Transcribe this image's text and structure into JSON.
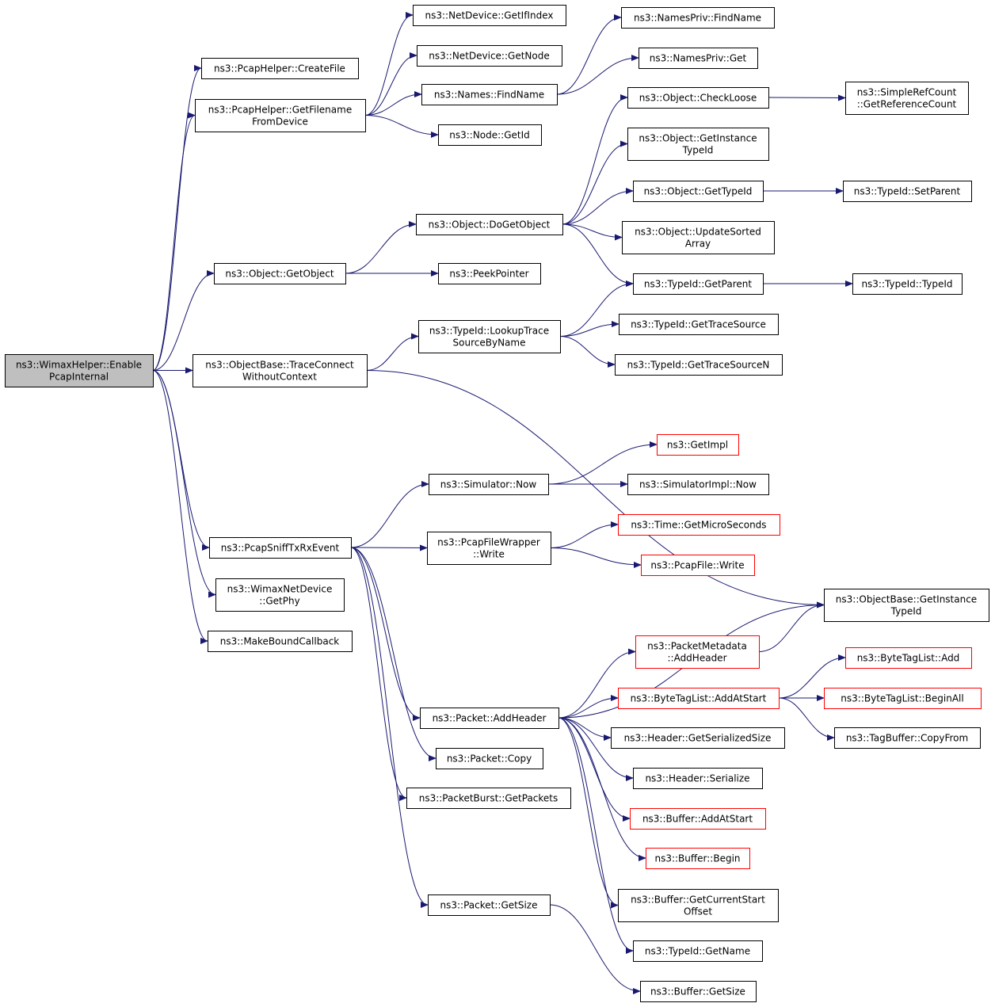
{
  "nodes": [
    {
      "id": "root",
      "lines": [
        "ns3::WimaxHelper::Enable",
        "PcapInternal"
      ],
      "style": "root"
    },
    {
      "id": "createfile",
      "lines": [
        "ns3::PcapHelper::CreateFile"
      ]
    },
    {
      "id": "getfilename",
      "lines": [
        "ns3::PcapHelper::GetFilename",
        "FromDevice"
      ]
    },
    {
      "id": "getifindex",
      "lines": [
        "ns3::NetDevice::GetIfIndex"
      ]
    },
    {
      "id": "getnode",
      "lines": [
        "ns3::NetDevice::GetNode"
      ]
    },
    {
      "id": "namesfind",
      "lines": [
        "ns3::Names::FindName"
      ]
    },
    {
      "id": "nodegetid",
      "lines": [
        "ns3::Node::GetId"
      ]
    },
    {
      "id": "privfind",
      "lines": [
        "ns3::NamesPriv::FindName"
      ]
    },
    {
      "id": "privget",
      "lines": [
        "ns3::NamesPriv::Get"
      ]
    },
    {
      "id": "checkloose",
      "lines": [
        "ns3::Object::CheckLoose"
      ]
    },
    {
      "id": "refcount",
      "lines": [
        "ns3::SimpleRefCount",
        "::GetReferenceCount"
      ]
    },
    {
      "id": "objinst",
      "lines": [
        "ns3::Object::GetInstance",
        "TypeId"
      ]
    },
    {
      "id": "objtypeid",
      "lines": [
        "ns3::Object::GetTypeId"
      ]
    },
    {
      "id": "setparent",
      "lines": [
        "ns3::TypeId::SetParent"
      ]
    },
    {
      "id": "dogetobject",
      "lines": [
        "ns3::Object::DoGetObject"
      ]
    },
    {
      "id": "updatesorted",
      "lines": [
        "ns3::Object::UpdateSorted",
        "Array"
      ]
    },
    {
      "id": "getobject",
      "lines": [
        "ns3::Object::GetObject"
      ]
    },
    {
      "id": "peek",
      "lines": [
        "ns3::PeekPointer"
      ]
    },
    {
      "id": "getparent",
      "lines": [
        "ns3::TypeId::GetParent"
      ]
    },
    {
      "id": "typeidctor",
      "lines": [
        "ns3::TypeId::TypeId"
      ]
    },
    {
      "id": "lookup",
      "lines": [
        "ns3::TypeId::LookupTrace",
        "SourceByName"
      ]
    },
    {
      "id": "tracesrc",
      "lines": [
        "ns3::TypeId::GetTraceSource"
      ]
    },
    {
      "id": "tracesrcn",
      "lines": [
        "ns3::TypeId::GetTraceSourceN"
      ]
    },
    {
      "id": "traceconnect",
      "lines": [
        "ns3::ObjectBase::TraceConnect",
        "WithoutContext"
      ]
    },
    {
      "id": "getimpl",
      "lines": [
        "ns3::GetImpl"
      ],
      "style": "red"
    },
    {
      "id": "simnow",
      "lines": [
        "ns3::Simulator::Now"
      ]
    },
    {
      "id": "simimplnow",
      "lines": [
        "ns3::SimulatorImpl::Now"
      ]
    },
    {
      "id": "micro",
      "lines": [
        "ns3::Time::GetMicroSeconds"
      ],
      "style": "red"
    },
    {
      "id": "pcapsniff",
      "lines": [
        "ns3::PcapSniffTxRxEvent"
      ]
    },
    {
      "id": "fwwrite",
      "lines": [
        "ns3::PcapFileWrapper",
        "::Write"
      ]
    },
    {
      "id": "pfwrite",
      "lines": [
        "ns3::PcapFile::Write"
      ],
      "style": "red"
    },
    {
      "id": "getphy",
      "lines": [
        "ns3::WimaxNetDevice",
        "::GetPhy"
      ]
    },
    {
      "id": "obinst",
      "lines": [
        "ns3::ObjectBase::GetInstance",
        "TypeId"
      ]
    },
    {
      "id": "mkbound",
      "lines": [
        "ns3::MakeBoundCallback"
      ]
    },
    {
      "id": "metaadd",
      "lines": [
        "ns3::PacketMetadata",
        "::AddHeader"
      ],
      "style": "red"
    },
    {
      "id": "btladd",
      "lines": [
        "ns3::ByteTagList::Add"
      ],
      "style": "red"
    },
    {
      "id": "btlstart",
      "lines": [
        "ns3::ByteTagList::AddAtStart"
      ],
      "style": "red"
    },
    {
      "id": "btlbegin",
      "lines": [
        "ns3::ByteTagList::BeginAll"
      ],
      "style": "red"
    },
    {
      "id": "addheader",
      "lines": [
        "ns3::Packet::AddHeader"
      ]
    },
    {
      "id": "serialsize",
      "lines": [
        "ns3::Header::GetSerializedSize"
      ]
    },
    {
      "id": "tagcopy",
      "lines": [
        "ns3::TagBuffer::CopyFrom"
      ]
    },
    {
      "id": "pktcopy",
      "lines": [
        "ns3::Packet::Copy"
      ]
    },
    {
      "id": "serialize",
      "lines": [
        "ns3::Header::Serialize"
      ]
    },
    {
      "id": "getpackets",
      "lines": [
        "ns3::PacketBurst::GetPackets"
      ]
    },
    {
      "id": "bufaddstart",
      "lines": [
        "ns3::Buffer::AddAtStart"
      ],
      "style": "red"
    },
    {
      "id": "bufbegin",
      "lines": [
        "ns3::Buffer::Begin"
      ],
      "style": "red"
    },
    {
      "id": "bufcurstart",
      "lines": [
        "ns3::Buffer::GetCurrentStart",
        "Offset"
      ]
    },
    {
      "id": "pktsize",
      "lines": [
        "ns3::Packet::GetSize"
      ]
    },
    {
      "id": "getname",
      "lines": [
        "ns3::TypeId::GetName"
      ]
    },
    {
      "id": "bufsize",
      "lines": [
        "ns3::Buffer::GetSize"
      ]
    }
  ],
  "edges": [
    [
      "root",
      "createfile"
    ],
    [
      "root",
      "getfilename"
    ],
    [
      "root",
      "getobject"
    ],
    [
      "root",
      "traceconnect"
    ],
    [
      "root",
      "pcapsniff"
    ],
    [
      "root",
      "getphy"
    ],
    [
      "root",
      "mkbound"
    ],
    [
      "getfilename",
      "getifindex"
    ],
    [
      "getfilename",
      "getnode"
    ],
    [
      "getfilename",
      "namesfind"
    ],
    [
      "getfilename",
      "nodegetid"
    ],
    [
      "namesfind",
      "privfind"
    ],
    [
      "namesfind",
      "privget"
    ],
    [
      "getobject",
      "dogetobject"
    ],
    [
      "getobject",
      "peek"
    ],
    [
      "dogetobject",
      "checkloose"
    ],
    [
      "dogetobject",
      "objinst"
    ],
    [
      "dogetobject",
      "objtypeid"
    ],
    [
      "dogetobject",
      "updatesorted"
    ],
    [
      "dogetobject",
      "getparent"
    ],
    [
      "checkloose",
      "refcount"
    ],
    [
      "objtypeid",
      "setparent"
    ],
    [
      "getparent",
      "typeidctor"
    ],
    [
      "traceconnect",
      "lookup"
    ],
    [
      "traceconnect",
      "obinst"
    ],
    [
      "lookup",
      "getparent"
    ],
    [
      "lookup",
      "tracesrc"
    ],
    [
      "lookup",
      "tracesrcn"
    ],
    [
      "pcapsniff",
      "simnow"
    ],
    [
      "pcapsniff",
      "fwwrite"
    ],
    [
      "pcapsniff",
      "addheader"
    ],
    [
      "pcapsniff",
      "pktcopy"
    ],
    [
      "pcapsniff",
      "getpackets"
    ],
    [
      "pcapsniff",
      "pktsize"
    ],
    [
      "simnow",
      "getimpl"
    ],
    [
      "simnow",
      "simimplnow"
    ],
    [
      "fwwrite",
      "micro"
    ],
    [
      "fwwrite",
      "pfwrite"
    ],
    [
      "addheader",
      "obinst"
    ],
    [
      "addheader",
      "metaadd"
    ],
    [
      "addheader",
      "btlstart"
    ],
    [
      "addheader",
      "serialsize"
    ],
    [
      "addheader",
      "serialize"
    ],
    [
      "addheader",
      "bufaddstart"
    ],
    [
      "addheader",
      "bufbegin"
    ],
    [
      "addheader",
      "bufcurstart"
    ],
    [
      "addheader",
      "getname"
    ],
    [
      "metaadd",
      "obinst"
    ],
    [
      "btlstart",
      "btladd"
    ],
    [
      "btlstart",
      "btlbegin"
    ],
    [
      "btlstart",
      "tagcopy"
    ],
    [
      "pktsize",
      "bufsize"
    ]
  ],
  "colors": {
    "edge": "#191970",
    "node_border": "#000000",
    "red_border": "#ff0000",
    "root_fill": "#bfbfbf"
  }
}
